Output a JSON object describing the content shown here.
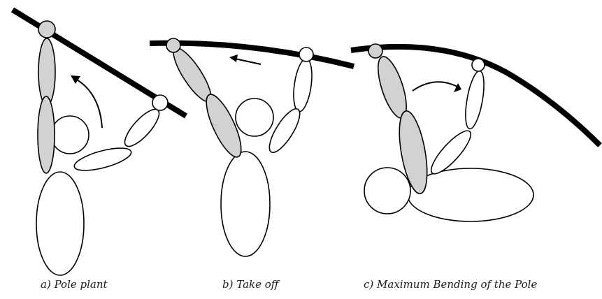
{
  "captions": {
    "a": "a) Pole plant",
    "b": "b) Take off",
    "c": "c) Maximum Bending of the Pole"
  },
  "colors": {
    "shaded_segment": "#d2d2d2",
    "outline": "#000000",
    "background": "#ffffff"
  }
}
